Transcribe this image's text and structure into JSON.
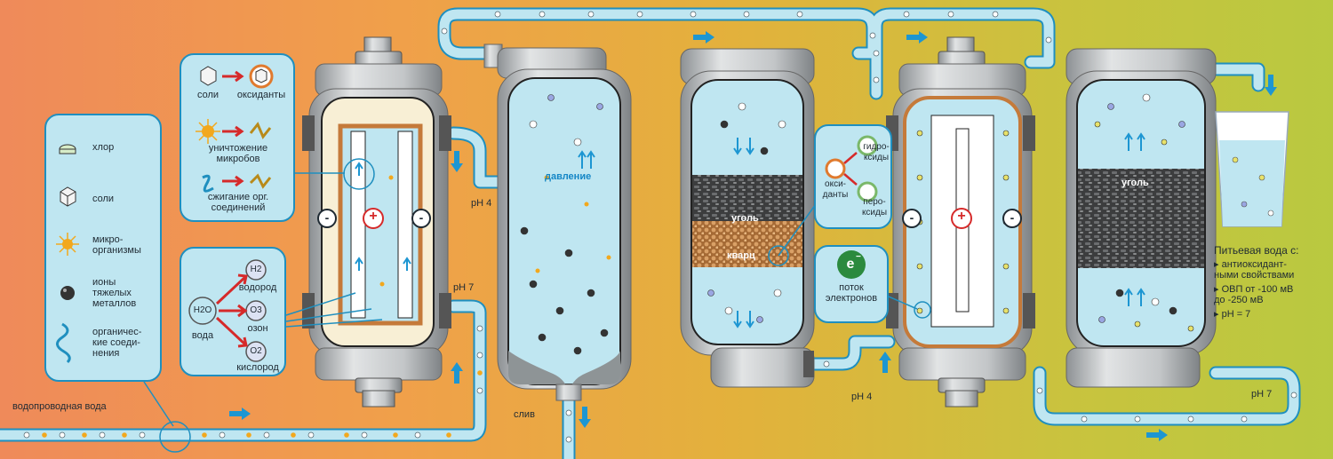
{
  "legend": {
    "items": [
      {
        "icon": "chlorine-icon",
        "label": "хлор"
      },
      {
        "icon": "salt-cube-icon",
        "label": "соли"
      },
      {
        "icon": "microorganism-icon",
        "label": "микро-\nорганизмы"
      },
      {
        "icon": "heavy-metal-ion-icon",
        "label": "ионы\nтяжелых\nметаллов"
      },
      {
        "icon": "organic-compound-icon",
        "label": "органичес-\nкие соеди-\nнения"
      }
    ]
  },
  "anode_callout": {
    "salts": "соли",
    "oxidants": "оксиданты",
    "microbe_destruction": "уничтожение\nмикробов",
    "organic_burning": "сжигание орг.\nсоединений"
  },
  "electrolysis_callout": {
    "water_formula": "H2O",
    "water": "вода",
    "h2_formula": "H2",
    "hydrogen": "водород",
    "o3_formula": "O3",
    "ozone": "озон",
    "o2_formula": "O2",
    "oxygen": "кислород"
  },
  "labels": {
    "tap_water": "водопроводная вода",
    "ph4_first": "pH 4",
    "ph7_first": "pH 7",
    "pressure": "давление",
    "drain": "слив",
    "coal_first": "уголь",
    "quartz": "кварц",
    "ph4_second": "pH 4",
    "coal_second": "уголь",
    "ph7_second": "pH 7",
    "minus": "-",
    "plus": "+"
  },
  "reaction_callout": {
    "oxidants": "окси-\nданты",
    "hydroxides": "гидро-\nксиды",
    "peroxides": "перо-\nксиды"
  },
  "electron_callout": {
    "symbol": "e",
    "label": "поток\nэлектронов"
  },
  "result": {
    "title": "Питьевая вода с:",
    "points": [
      "▸ антиоксидант-\nными свойствами",
      "▸ ОВП от -100 мВ\nдо -250 мВ",
      "▸ pH = 7"
    ]
  },
  "colors": {
    "water": "#bfe6f1",
    "pipe_border": "#1f8fbf",
    "flow_arrow": "#1d96d2",
    "anode_red": "#d62a2a",
    "coal": "#4a4a4a",
    "quartz": "#c7874a",
    "steel": "#b9bcbf"
  }
}
